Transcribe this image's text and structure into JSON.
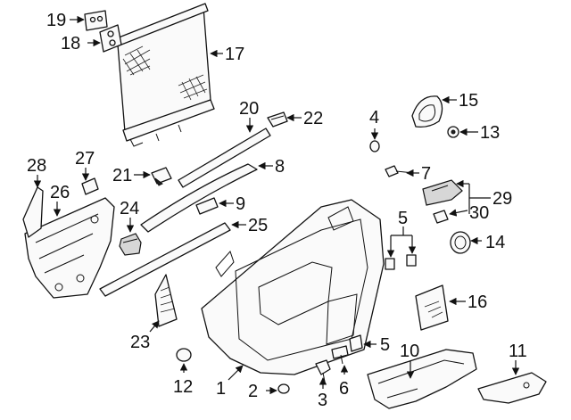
{
  "diagram": {
    "callouts": {
      "c1": "1",
      "c2": "2",
      "c3": "3",
      "c4": "4",
      "c5a": "5",
      "c5b": "5",
      "c6": "6",
      "c7": "7",
      "c8": "8",
      "c9": "9",
      "c10": "10",
      "c11": "11",
      "c12": "12",
      "c13": "13",
      "c14": "14",
      "c15": "15",
      "c16": "16",
      "c17": "17",
      "c18": "18",
      "c19": "19",
      "c20": "20",
      "c21": "21",
      "c22": "22",
      "c23": "23",
      "c24": "24",
      "c25": "25",
      "c26": "26",
      "c27": "27",
      "c28": "28",
      "c29": "29",
      "c30": "30"
    }
  }
}
